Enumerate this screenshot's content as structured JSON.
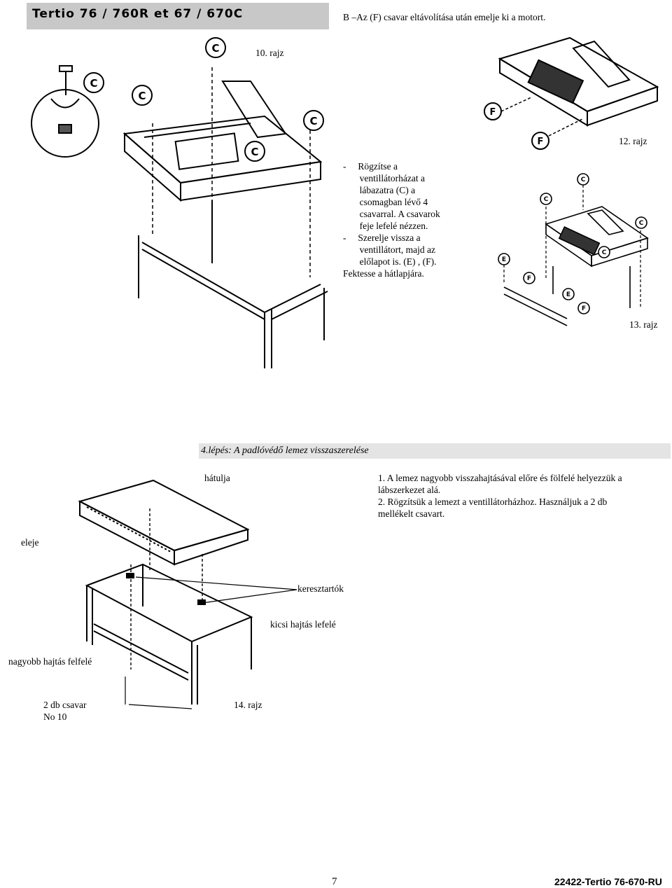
{
  "header": {
    "title": "Tertio 76 / 760R et 67 / 670C"
  },
  "intro": "B –Az (F) csavar eltávolítása után emelje ki a motort.",
  "fig10": {
    "caption": "10. rajz",
    "callout": "C"
  },
  "fig12": {
    "caption": "12. rajz",
    "callout": "F"
  },
  "fig13": {
    "caption": "13. rajz",
    "callouts": {
      "c": "C",
      "e": "E",
      "f": "F"
    }
  },
  "instructions": {
    "lines": [
      "-     Rögzítse a",
      "       ventillátorházat a",
      "       lábazatra (C) a",
      "       csomagban lévő 4",
      "       csavarral. A csavarok",
      "       feje lefelé nézzen.",
      "-     Szerelje vissza a",
      "       ventillátort, majd az",
      "       előlapot is. (E) , (F).",
      "Fektesse a hátlapjára."
    ]
  },
  "step4": {
    "title": "4.lépés: A padlóvédő lemez visszaszerelése",
    "text_lines": [
      "1. A lemez nagyobb visszahajtásával előre és fölfelé helyezzük a",
      "lábszerkezet alá.",
      "2. Rögzítsük a lemezt a ventillátorházhoz. Használjuk a 2 db",
      "mellékelt csavart."
    ]
  },
  "fig14": {
    "caption": "14. rajz",
    "labels": {
      "back": "hátulja",
      "front": "eleje",
      "crossbars": "keresztartók",
      "small_fold": "kicsi hajtás lefelé",
      "big_fold": "nagyobb hajtás felfelé",
      "screws_1": "2 db csavar",
      "screws_2": "No 10"
    }
  },
  "footer": {
    "page_number": "7",
    "doc_code": "22422-Tertio 76-670-RU"
  }
}
